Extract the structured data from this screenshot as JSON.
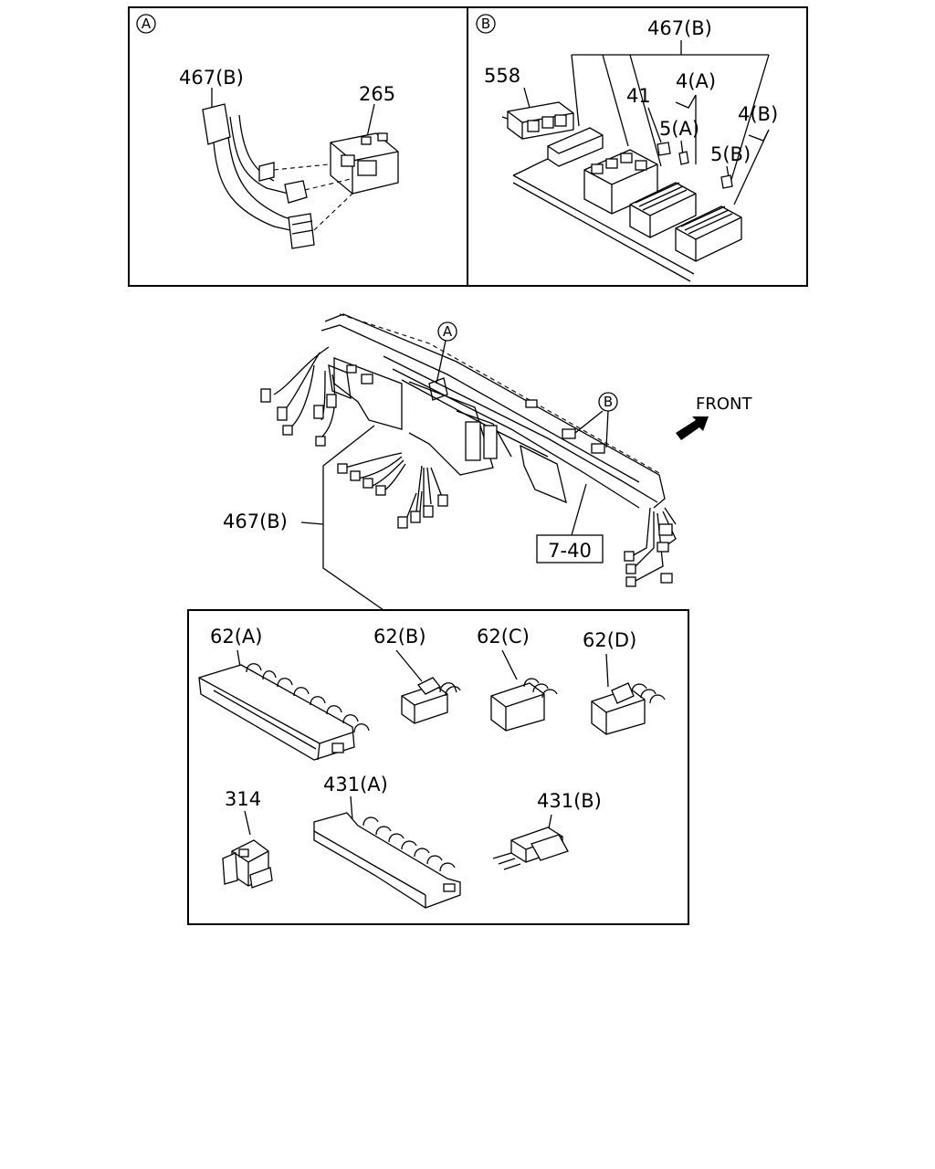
{
  "detail_a": {
    "marker": "A",
    "labels": {
      "harness": "467(B)",
      "connector": "265"
    }
  },
  "detail_b": {
    "marker": "B",
    "labels": {
      "harness": "467(B)",
      "relay_block": "558",
      "relay": "41",
      "fuse_box_a": "4(A)",
      "fuse_a": "5(A)",
      "fuse_box_b": "4(B)",
      "fuse_b": "5(B)"
    }
  },
  "main": {
    "marker_a": "A",
    "marker_b": "B",
    "front_label": "FRONT",
    "harness_label": "467(B)",
    "ref_box_label": "7-40"
  },
  "parts_box": {
    "labels": {
      "p62a": "62(A)",
      "p62b": "62(B)",
      "p62c": "62(C)",
      "p62d": "62(D)",
      "p314": "314",
      "p431a": "431(A)",
      "p431b": "431(B)"
    }
  }
}
